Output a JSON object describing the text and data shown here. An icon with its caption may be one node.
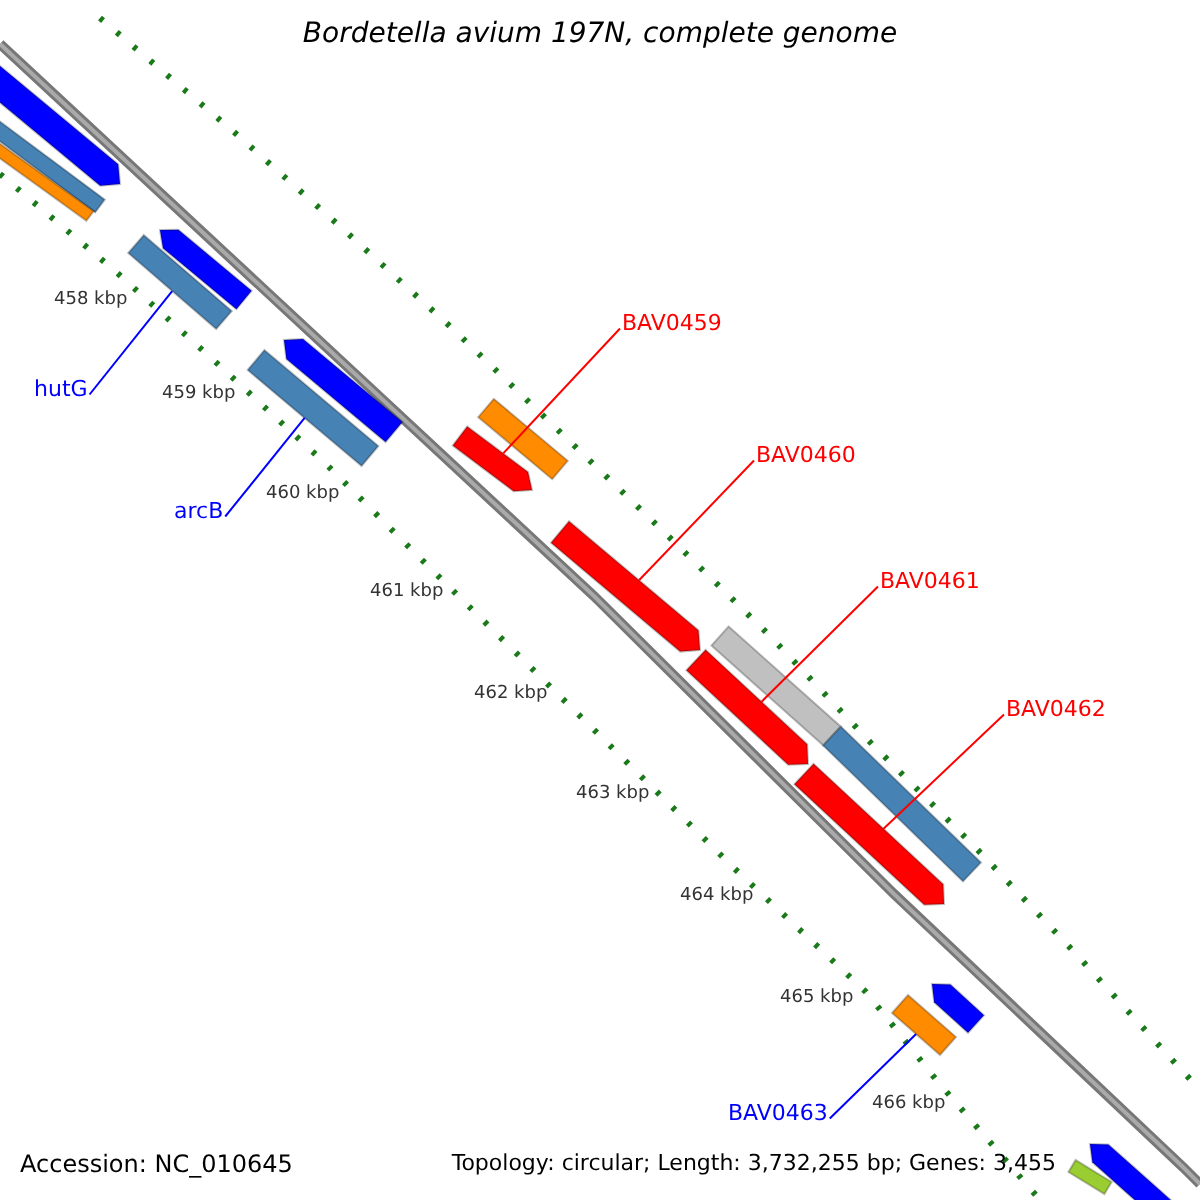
{
  "diagram": {
    "title": "Bordetella avium 197N, complete genome",
    "nodes": [
      {
        "text": [
          "hutG"
        ]
      },
      {
        "text": [
          "arcB"
        ]
      },
      {
        "text": [
          "BAV0459"
        ]
      },
      {
        "text": [
          "BAV0460"
        ]
      },
      {
        "text": [
          "BAV0461"
        ]
      },
      {
        "text": [
          "BAV0462"
        ]
      },
      {
        "text": [
          "BAV0463"
        ]
      },
      {
        "text": [],
        "shape": "bar"
      },
      {
        "text": [],
        "shape": "bar"
      },
      {
        "text": [],
        "shape": "arrow"
      },
      {
        "text": [],
        "shape": "arrow"
      },
      {
        "text": [],
        "shape": "arrow"
      },
      {
        "text": [],
        "shape": "arrow"
      },
      {
        "text": [],
        "shape": "bar"
      },
      {
        "text": [],
        "shape": "arrow"
      },
      {
        "text": [],
        "shape": "bar"
      },
      {
        "text": [],
        "shape": "bar"
      },
      {
        "text": [],
        "shape": "arrow"
      },
      {
        "text": [],
        "shape": "arrow"
      },
      {
        "text": [],
        "shape": "bar"
      },
      {
        "text": [],
        "shape": "bar"
      },
      {
        "text": [],
        "shape": "bar"
      },
      {
        "text": [],
        "shape": "arrow"
      },
      {
        "text": [],
        "shape": "bar"
      },
      {
        "text": [],
        "shape": "arrow"
      }
    ],
    "edges": [
      {
        "from": 0,
        "to": 7,
        "arrow": "none",
        "color": "#0000ff"
      },
      {
        "from": 1,
        "to": 8,
        "arrow": "none",
        "color": "#0000ff"
      },
      {
        "from": 2,
        "to": 9,
        "arrow": "none"
      },
      {
        "from": 3,
        "to": 10,
        "arrow": "none"
      },
      {
        "from": 4,
        "to": 11,
        "arrow": "none"
      },
      {
        "from": 5,
        "to": 12,
        "arrow": "none"
      },
      {
        "from": 6,
        "to": 13,
        "arrow": "none",
        "color": "#0000ff"
      }
    ],
    "labels": [
      "458 kbp",
      "459 kbp",
      "460 kbp",
      "461 kbp",
      "462 kbp",
      "463 kbp",
      "464 kbp",
      "465 kbp",
      "466 kbp",
      "Accession: NC_010645",
      "Topology: circular; Length: 3,732,255 bp; Genes: 3,455"
    ]
  }
}
